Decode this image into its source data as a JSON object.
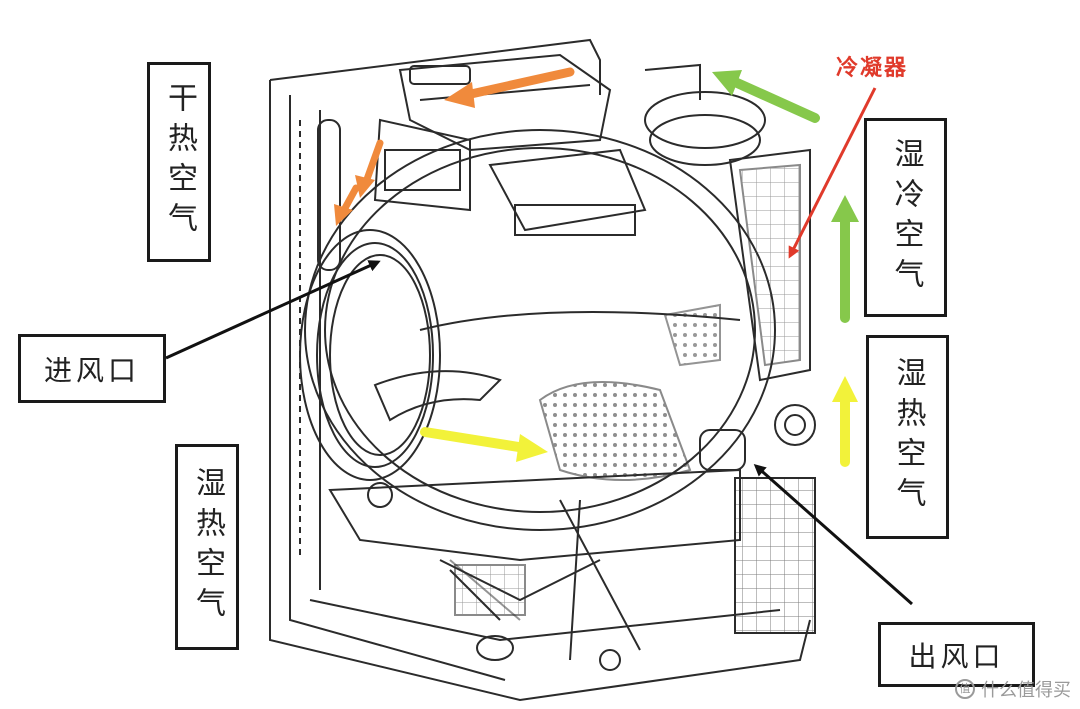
{
  "labels": {
    "dry_hot_air": "干热空气",
    "air_inlet": "进风口",
    "wet_hot_air_left": "湿热空气",
    "condenser": "冷凝器",
    "wet_cold_air": "湿冷空气",
    "wet_hot_air_right": "湿热空气",
    "air_outlet": "出风口"
  },
  "watermark": {
    "text": "什么值得买",
    "icon": "值"
  },
  "colors": {
    "dry_hot_arrow": "#f08a3c",
    "wet_hot_arrow": "#f2f23a",
    "wet_cold_arrow": "#86c84b",
    "condenser_label": "#e03a2b",
    "pointer_arrow": "#111111"
  }
}
